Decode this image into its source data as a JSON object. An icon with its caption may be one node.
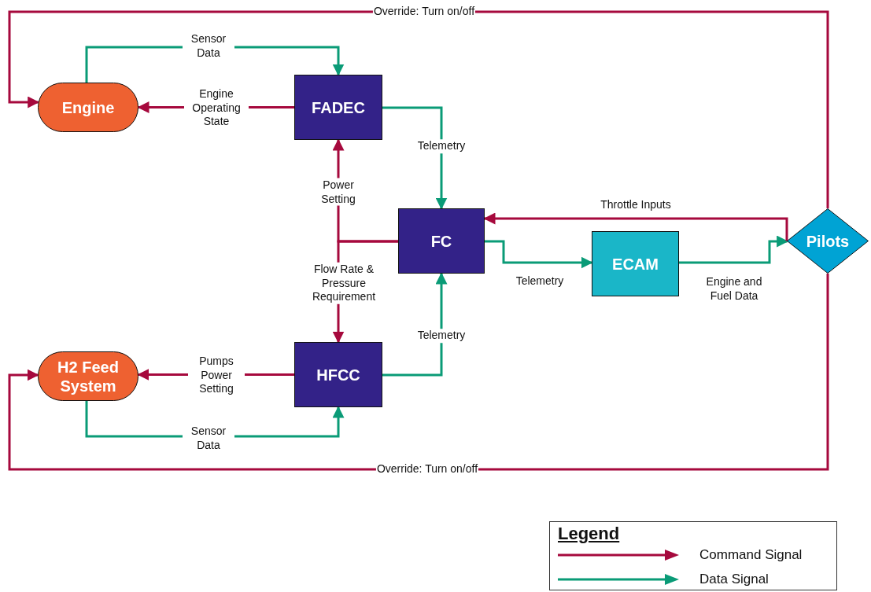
{
  "diagram": {
    "nodes": [
      {
        "text": [
          "Engine"
        ]
      },
      {
        "text": [
          "FADEC"
        ]
      },
      {
        "text": [
          "FC"
        ]
      },
      {
        "text": [
          "ECAM"
        ]
      },
      {
        "text": [
          "Pilots"
        ]
      },
      {
        "text": [
          "H2 Feed System"
        ]
      },
      {
        "text": [
          "HFCC"
        ]
      }
    ],
    "edges": [
      {
        "from": 0,
        "to": 1,
        "arrow": "to",
        "label": "Sensor Data",
        "color": "#0a9b77"
      },
      {
        "from": 1,
        "to": 0,
        "arrow": "to",
        "label": "Engine Operating State"
      },
      {
        "from": 1,
        "to": 2,
        "arrow": "to",
        "label": "Telemetry",
        "color": "#0a9b77"
      },
      {
        "from": 2,
        "to": 1,
        "arrow": "to",
        "label": "Power Setting"
      },
      {
        "from": 2,
        "to": 6,
        "arrow": "to",
        "label": "Flow Rate & Pressure Requirement"
      },
      {
        "from": 6,
        "to": 2,
        "arrow": "to",
        "label": "Telemetry",
        "color": "#0a9b77"
      },
      {
        "from": 6,
        "to": 5,
        "arrow": "to",
        "label": "Pumps Power Setting"
      },
      {
        "from": 5,
        "to": 6,
        "arrow": "to",
        "label": "Sensor Data",
        "color": "#0a9b77"
      },
      {
        "from": 2,
        "to": 3,
        "arrow": "to",
        "label": "Telemetry",
        "color": "#0a9b77"
      },
      {
        "from": 3,
        "to": 4,
        "arrow": "to",
        "label": "Engine and Fuel Data",
        "color": "#0a9b77"
      },
      {
        "from": 4,
        "to": 2,
        "arrow": "to",
        "label": "Throttle Inputs"
      },
      {
        "from": 4,
        "to": 0,
        "arrow": "to",
        "label": "Override: Turn on/off"
      },
      {
        "from": 4,
        "to": 5,
        "arrow": "to",
        "label": "Override: Turn on/off"
      }
    ],
    "labels": [
      "Legend"
    ],
    "legend": [
      {
        "text": "Command Signal"
      },
      {
        "text": "Data Signal"
      }
    ]
  }
}
